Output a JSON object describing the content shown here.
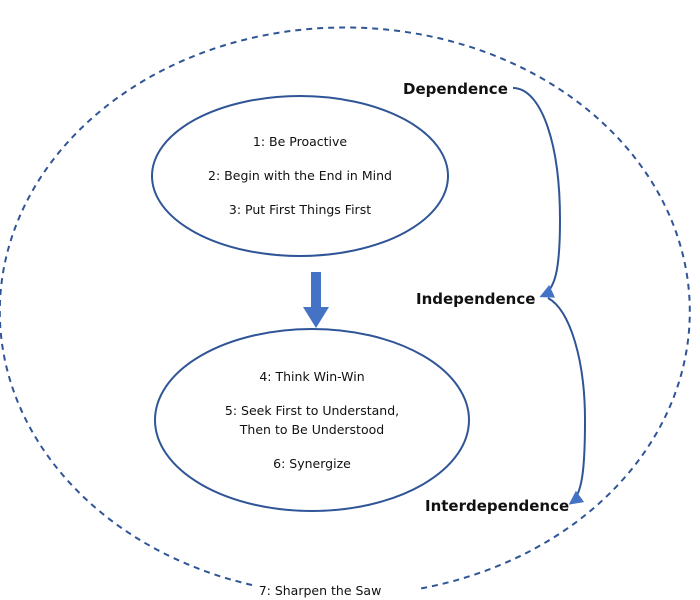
{
  "colors": {
    "outline": "#2f5597",
    "arrow_fill": "#4472c4",
    "text": "#111111"
  },
  "outer_circle": {
    "style": "dashed",
    "label": "7: Sharpen the Saw"
  },
  "private_victory": {
    "habits": [
      "1: Be Proactive",
      "2: Begin with the End in Mind",
      "3: Put First Things First"
    ]
  },
  "public_victory": {
    "habits": [
      "4: Think Win-Win",
      "5: Seek First to Understand,",
      "Then to Be Understood",
      "6: Synergize"
    ]
  },
  "stages": {
    "dependence": "Dependence",
    "independence": "Independence",
    "interdependence": "Interdependence"
  },
  "connectors": [
    {
      "from": "Dependence",
      "to": "Independence"
    },
    {
      "from": "Independence",
      "to": "Interdependence"
    },
    {
      "from": "private_victory",
      "to": "public_victory",
      "style": "block-arrow"
    }
  ]
}
